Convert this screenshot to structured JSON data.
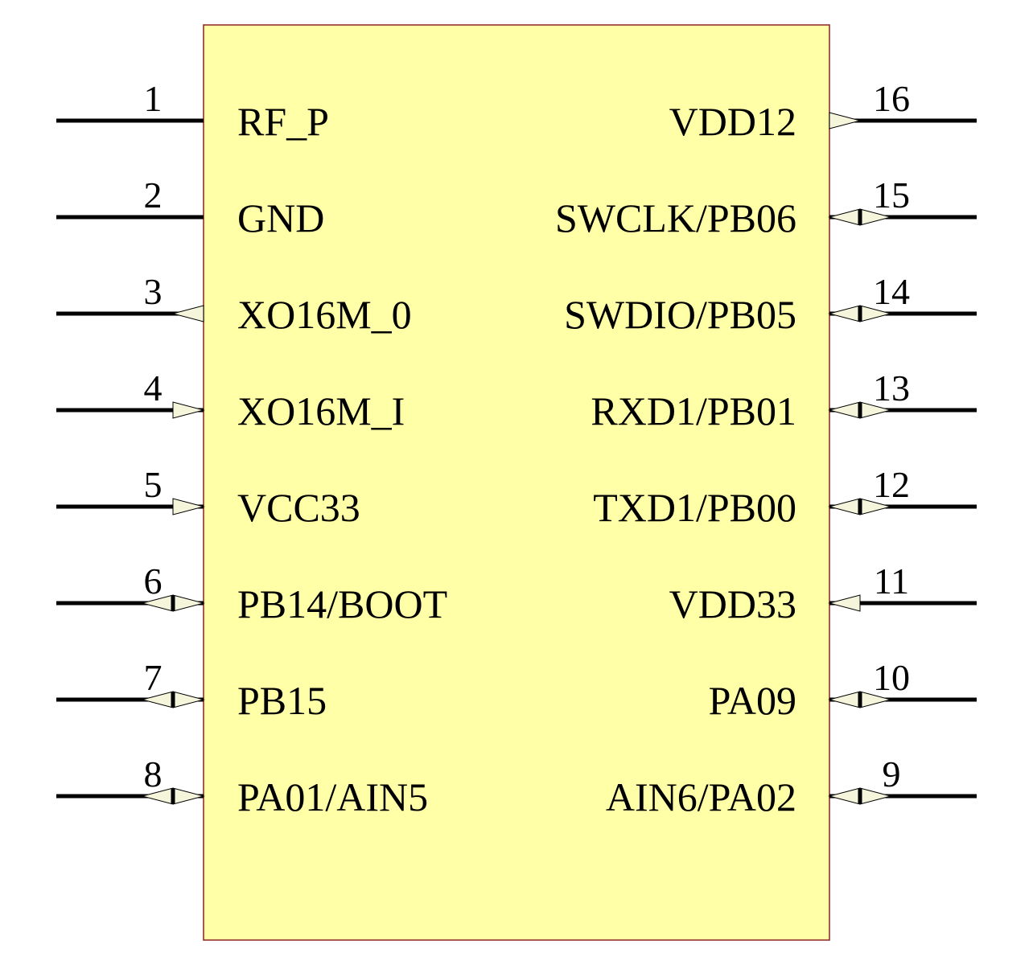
{
  "component": {
    "body_fill": "#ffffa8",
    "body_stroke": "#8b2323",
    "pin_color": "#000000",
    "arrow_fill": "#f5f5dc",
    "left_pins": [
      {
        "number": "1",
        "name": "RF_P",
        "direction": "passive"
      },
      {
        "number": "2",
        "name": "GND",
        "direction": "passive"
      },
      {
        "number": "3",
        "name": "XO16M_0",
        "direction": "output"
      },
      {
        "number": "4",
        "name": "XO16M_I",
        "direction": "input"
      },
      {
        "number": "5",
        "name": "VCC33",
        "direction": "input"
      },
      {
        "number": "6",
        "name": "PB14/BOOT",
        "direction": "bidirectional"
      },
      {
        "number": "7",
        "name": "PB15",
        "direction": "bidirectional"
      },
      {
        "number": "8",
        "name": "PA01/AIN5",
        "direction": "bidirectional"
      }
    ],
    "right_pins": [
      {
        "number": "16",
        "name": "VDD12",
        "direction": "output"
      },
      {
        "number": "15",
        "name": "SWCLK/PB06",
        "direction": "bidirectional"
      },
      {
        "number": "14",
        "name": "SWDIO/PB05",
        "direction": "bidirectional"
      },
      {
        "number": "13",
        "name": "RXD1/PB01",
        "direction": "bidirectional"
      },
      {
        "number": "12",
        "name": "TXD1/PB00",
        "direction": "bidirectional"
      },
      {
        "number": "11",
        "name": "VDD33",
        "direction": "input"
      },
      {
        "number": "10",
        "name": "PA09",
        "direction": "bidirectional"
      },
      {
        "number": "9",
        "name": "AIN6/PA02",
        "direction": "bidirectional"
      }
    ]
  }
}
